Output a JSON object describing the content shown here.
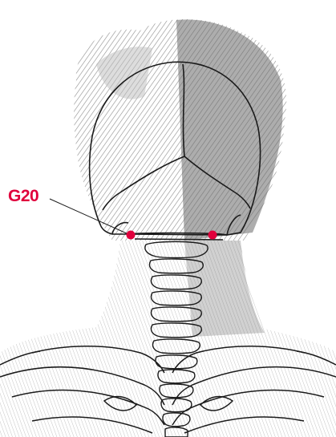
{
  "diagram": {
    "point_label": "G20",
    "accent_color": "#e0003c",
    "line_color": "#1a1a1a",
    "shading_color": "#777777",
    "points": [
      {
        "name": "acupoint-left",
        "color": "#e0003c"
      },
      {
        "name": "acupoint-right",
        "color": "#e0003c"
      }
    ]
  }
}
